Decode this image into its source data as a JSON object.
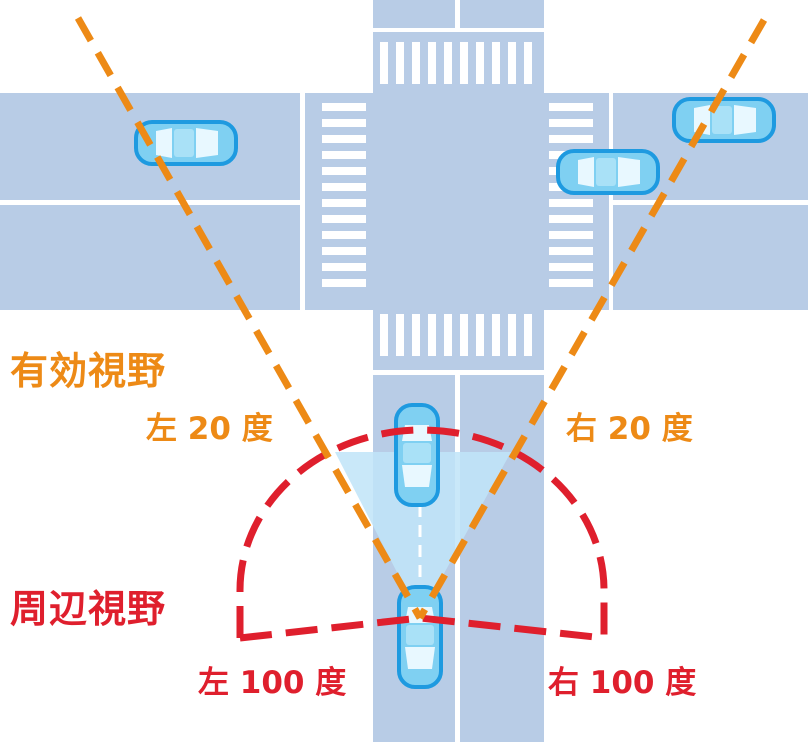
{
  "labels": {
    "effective_field": "有効視野",
    "effective_left": "左 20 度",
    "effective_right": "右 20 度",
    "peripheral_field": "周辺視野",
    "peripheral_left": "左 100 度",
    "peripheral_right": "右 100 度"
  },
  "colors": {
    "road": "#b8cce6",
    "crosswalk": "#ffffff",
    "effective": "#ed8a16",
    "peripheral": "#df1f2d",
    "car_outline": "#1e9ae0",
    "car_body": "#7fd0f2",
    "cone_fill": "#bfe4f8"
  },
  "icons": [
    "car-icon"
  ]
}
